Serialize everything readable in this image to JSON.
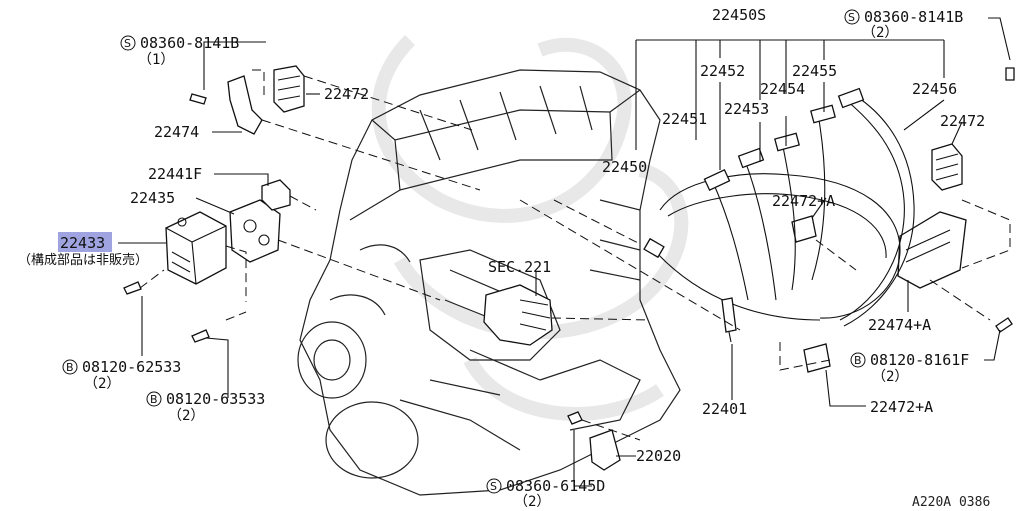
{
  "highlight_color": "#9fa4e0",
  "callouts": {
    "c22450S": "22450S",
    "c22452": "22452",
    "c22455": "22455",
    "c22456": "22456",
    "c22454": "22454",
    "c22453": "22453",
    "c22451": "22451",
    "c22472_r": "22472",
    "c22450": "22450",
    "c22472A_top": "22472+A",
    "c22474A": "22474+A",
    "c22472A_bot": "22472+A",
    "c22401": "22401",
    "c22020": "22020",
    "c22472_l": "22472",
    "c22474": "22474",
    "c22441F": "22441F",
    "c22435": "22435",
    "c22433": "22433",
    "c22433_note": "（構成部品は非販売）",
    "sec221": "SEC.221"
  },
  "fasteners": [
    {
      "id": "f1",
      "symbol": "S",
      "part": "08360-8141B",
      "qty": "（1）"
    },
    {
      "id": "f2",
      "symbol": "S",
      "part": "08360-8141B",
      "qty": "（2）"
    },
    {
      "id": "f3",
      "symbol": "B",
      "part": "08120-62533",
      "qty": "（2）"
    },
    {
      "id": "f4",
      "symbol": "B",
      "part": "08120-63533",
      "qty": "（2）"
    },
    {
      "id": "f5",
      "symbol": "B",
      "part": "08120-8161F",
      "qty": "（2）"
    },
    {
      "id": "f6",
      "symbol": "S",
      "part": "08360-6145D",
      "qty": "（2）"
    }
  ],
  "figure_ref": "A220A 0386"
}
